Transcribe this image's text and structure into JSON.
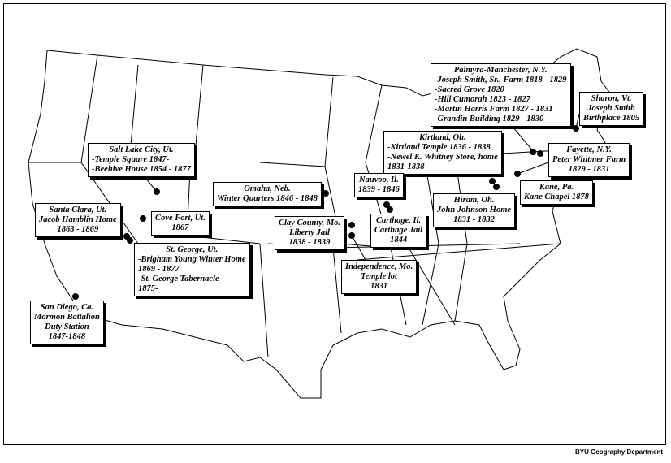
{
  "labels": {
    "palmyra": [
      "Palmyra-Manchester, N.Y.",
      "-Joseph Smith, Sr., Farm 1818 - 1829",
      "-Sacred Grove  1820",
      "-Hill Cumorah  1823 - 1827",
      "-Martin Harris Farm 1827 - 1831",
      "-Grandin Building 1829 - 1830"
    ],
    "sharon": [
      "Sharon, Vt.",
      "Joseph Smith",
      "Birthplace 1805"
    ],
    "kirtland": [
      "Kirtland, Oh.",
      "-Kirtland Temple 1836 - 1838",
      "-Newel K. Whitney Store, home",
      "1831-1838"
    ],
    "fayette": [
      "Fayette, N.Y.",
      "Peter Whitmer Farm",
      "1829 - 1831"
    ],
    "saltlake": [
      "Salt Lake City, Ut.",
      "-Temple Square 1847-",
      "-Beehive House 1854 - 1877"
    ],
    "omaha": [
      "Omaha, Neb.",
      "Winter Quarters 1846 - 1848"
    ],
    "nauvoo": [
      "Nauvoo, Il.",
      "1839 - 1846"
    ],
    "kane": [
      "Kane, Pa.",
      "Kane Chapel  1878"
    ],
    "hiram": [
      "Hiram, Oh.",
      "John Johnson Home",
      "1831 - 1832"
    ],
    "santaclara": [
      "Santa Clara, Ut.",
      "Jacob Hamblin Home",
      "1863 - 1869"
    ],
    "covefort": [
      "Cove Fort, Ut.",
      "1867"
    ],
    "claycounty": [
      "Clay County, Mo.",
      "Liberty Jail",
      "1838 - 1839"
    ],
    "carthage": [
      "Carthage, Il.",
      "Carthage Jail",
      "1844"
    ],
    "stgeorge": [
      "St. George, Ut.",
      "-Brigham Young Winter  Home",
      "1869 - 1877",
      "-St. George  Tabernacle",
      "1875-"
    ],
    "independence": [
      "Independence, Mo.",
      "Temple lot",
      "1831"
    ],
    "sandiego": [
      "San Diego, Ca.",
      "Mormon Battalion",
      "Duty Station",
      "1847-1848"
    ]
  },
  "credit": "BYU Geography Department"
}
